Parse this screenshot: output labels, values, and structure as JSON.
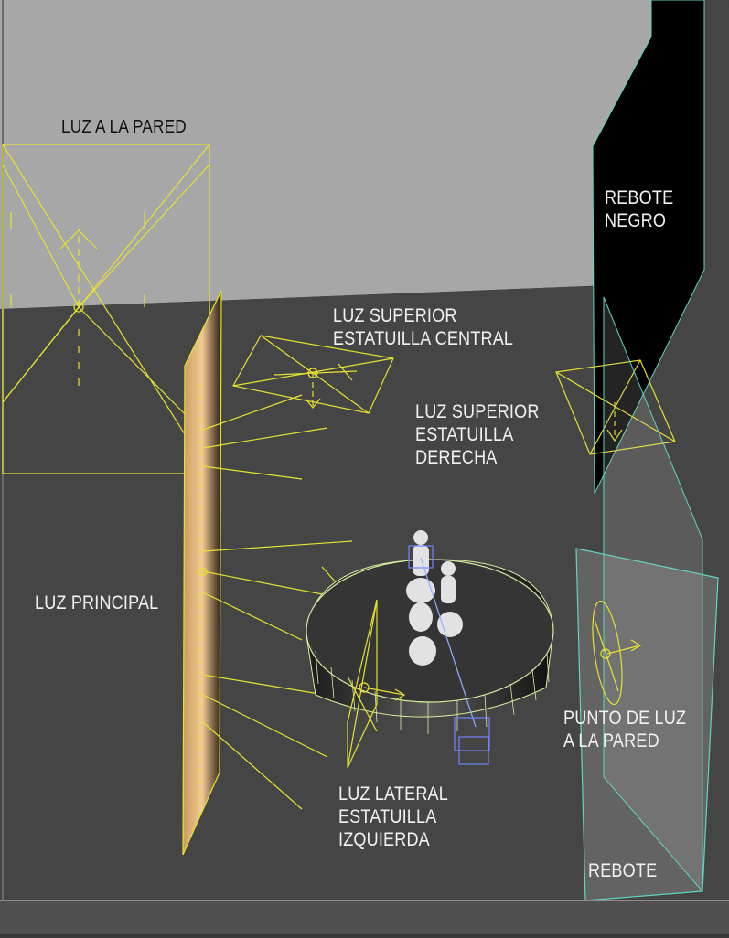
{
  "viewport": {
    "labels": {
      "luz_pared": "LUZ A LA PARED",
      "rebote_negro": [
        "REBOTE",
        "NEGRO"
      ],
      "luz_superior_central": [
        "LUZ SUPERIOR",
        "ESTATUILLA CENTRAL"
      ],
      "luz_superior_derecha": [
        "LUZ SUPERIOR",
        "ESTATUILLA",
        "DERECHA"
      ],
      "luz_principal": "LUZ PRINCIPAL",
      "punto_luz_pared": [
        "PUNTO DE LUZ",
        "A LA PARED"
      ],
      "luz_lateral_izquierda": [
        "LUZ LATERAL",
        "ESTATUILLA",
        "IZQUIERDA"
      ],
      "rebote": "REBOTE"
    },
    "colors": {
      "wall": "#a7a7a7",
      "floor": "#454545",
      "light_gizmo": "#e6e233",
      "bounce_outline": "#5fd6c4",
      "target_box": "#6f86ff",
      "black_bounce": "#000000",
      "main_light_panel": "#f0c48c"
    }
  }
}
